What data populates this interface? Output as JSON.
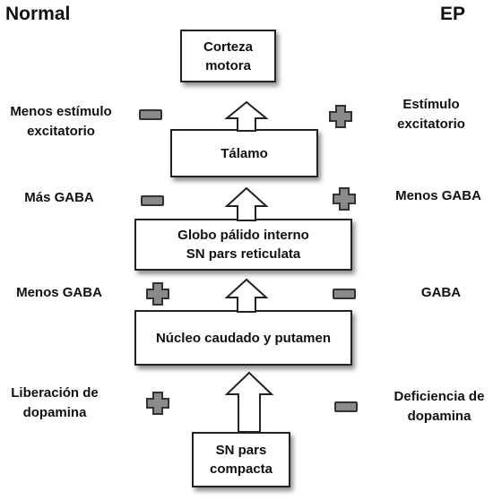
{
  "headers": {
    "left": "Normal",
    "right": "EP"
  },
  "boxes": {
    "corteza": [
      "Corteza",
      "motora"
    ],
    "talamo": [
      "Tálamo"
    ],
    "globo": [
      "Globo pálido interno",
      "SN pars reticulata"
    ],
    "nucleo": [
      "Núcleo caudado y putamen"
    ],
    "sn": [
      "SN pars",
      "compacta"
    ]
  },
  "left_labels": {
    "row1": [
      "Menos estímulo",
      "excitatorio"
    ],
    "row2": [
      "Más GABA"
    ],
    "row3": [
      "Menos GABA"
    ],
    "row4": [
      "Liberación de",
      "dopamina"
    ]
  },
  "right_labels": {
    "row1": [
      "Estímulo",
      "excitatorio"
    ],
    "row2": [
      "Menos GABA"
    ],
    "row3": [
      "GABA"
    ],
    "row4": [
      "Deficiencia de",
      "dopamina"
    ]
  },
  "signs": {
    "left": [
      "minus",
      "minus",
      "plus",
      "plus"
    ],
    "right": [
      "plus",
      "plus",
      "minus",
      "minus"
    ]
  },
  "colors": {
    "sign_fill": "#8a8a8a",
    "sign_stroke": "#333333",
    "border": "#222222"
  }
}
